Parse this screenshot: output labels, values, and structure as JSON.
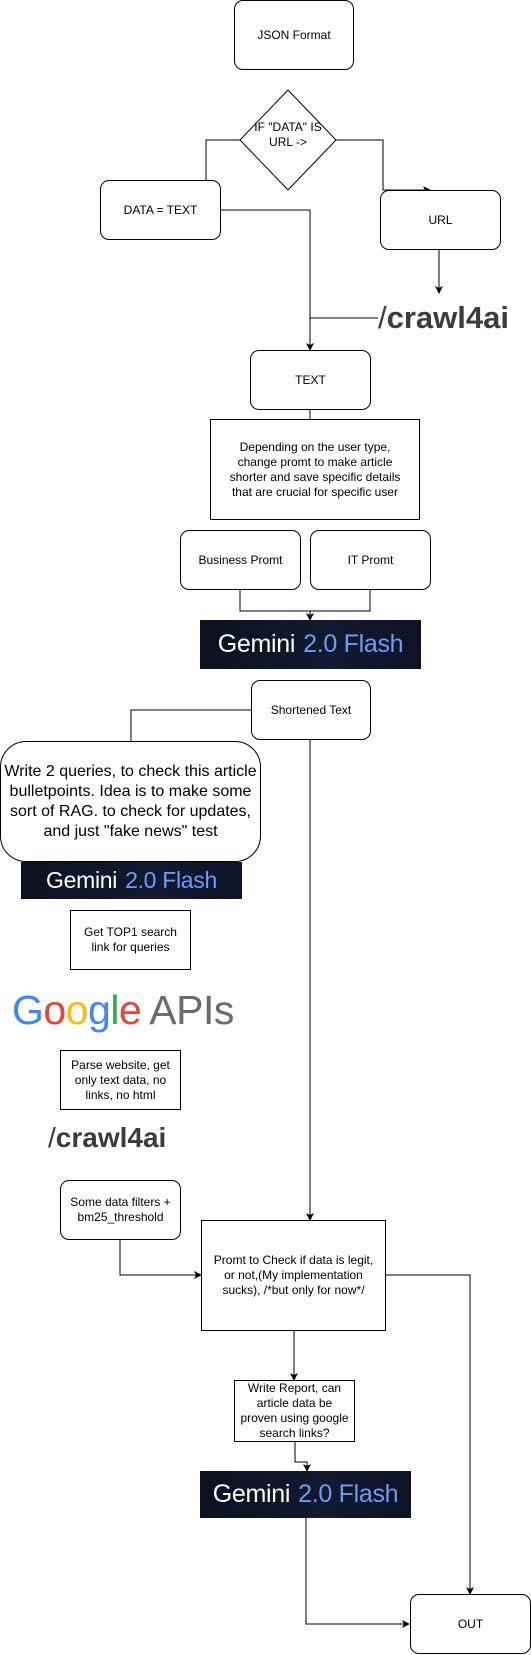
{
  "nodes": {
    "json_format": "JSON Format",
    "decision": "IF \"DATA\" IS URL ->",
    "data_text": "DATA = TEXT",
    "url": "URL",
    "text": "TEXT",
    "depending_note": "Depending on the user type, change promt to make article shorter and save specific details that are crucial for specific user",
    "business_promt": "Business Promt",
    "it_promt": "IT Promt",
    "shortened_text": "Shortened Text",
    "queries_note": "Write 2 queries, to check this article bulletpoints. Idea is to make some sort of RAG. to check for updates, and just \"fake news\" test",
    "top1_link": "Get TOP1 search link for queries",
    "parse_website": "Parse website, get only text data, no links, no html",
    "data_filters": "Some data filters + bm25_threshold",
    "check_legit": "Promt to Check if data is legit, or not,(My implementation sucks), /*but only for now*/",
    "write_report": "Write Report, can article data be proven using google search links?",
    "out": "OUT"
  },
  "logos": {
    "gemini": {
      "word": "Gemini",
      "version": "2.0 Flash"
    },
    "crawl4ai": {
      "slash": "/",
      "name": "crawl4ai"
    },
    "google_apis": {
      "letters": [
        "G",
        "o",
        "o",
        "g",
        "l",
        "e"
      ],
      "suffix": "APIs"
    }
  },
  "colors": {
    "google": [
      "#4285F4",
      "#EA4335",
      "#FBBC05",
      "#4285F4",
      "#34A853",
      "#EA4335"
    ],
    "gemini_bg": "#0b1120",
    "gemini_accent": "#6f9cf7",
    "crawl_text": "#3c3c3c"
  }
}
